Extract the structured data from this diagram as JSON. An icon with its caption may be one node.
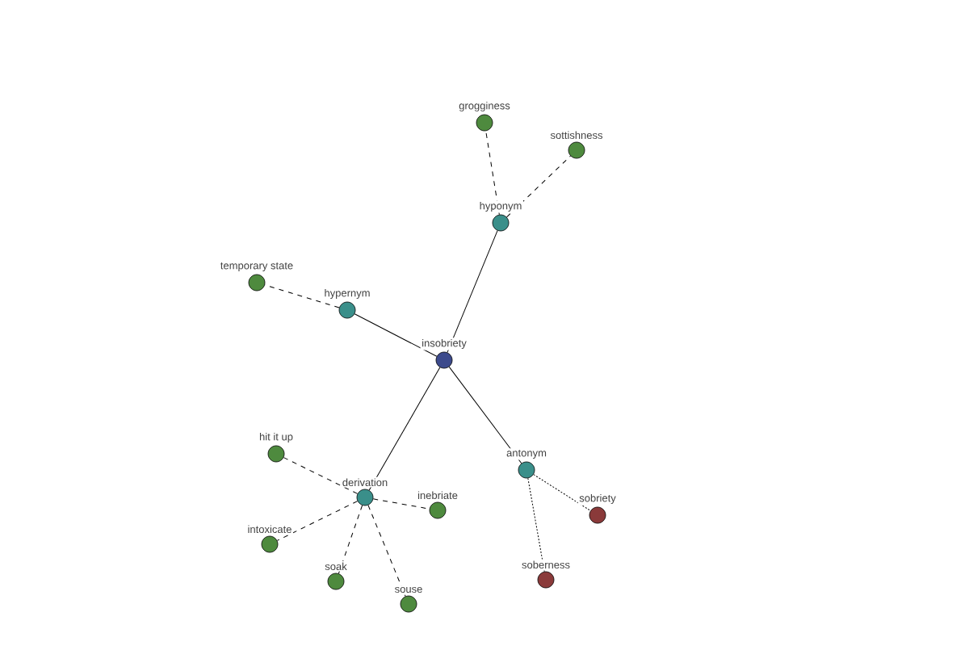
{
  "diagram": {
    "nodes": [
      {
        "text": [
          "insobriety"
        ]
      },
      {
        "text": [
          "hypernym"
        ]
      },
      {
        "text": [
          "temporary state"
        ]
      },
      {
        "text": [
          "hyponym"
        ]
      },
      {
        "text": [
          "grogginess"
        ]
      },
      {
        "text": [
          "sottishness"
        ]
      },
      {
        "text": [
          "derivation"
        ]
      },
      {
        "text": [
          "hit it up"
        ]
      },
      {
        "text": [
          "intoxicate"
        ]
      },
      {
        "text": [
          "soak"
        ]
      },
      {
        "text": [
          "souse"
        ]
      },
      {
        "text": [
          "inebriate"
        ]
      },
      {
        "text": [
          "antonym"
        ]
      },
      {
        "text": [
          "sobriety"
        ]
      },
      {
        "text": [
          "soberness"
        ]
      }
    ],
    "edges": [
      {
        "from": 0,
        "to": 1,
        "arrow": "none"
      },
      {
        "from": 1,
        "to": 2,
        "arrow": "none",
        "style": "dashed"
      },
      {
        "from": 0,
        "to": 3,
        "arrow": "none"
      },
      {
        "from": 3,
        "to": 4,
        "arrow": "none",
        "style": "dashed"
      },
      {
        "from": 3,
        "to": 5,
        "arrow": "none",
        "style": "dashed"
      },
      {
        "from": 0,
        "to": 6,
        "arrow": "none"
      },
      {
        "from": 6,
        "to": 7,
        "arrow": "none",
        "style": "dashed"
      },
      {
        "from": 6,
        "to": 8,
        "arrow": "none",
        "style": "dashed"
      },
      {
        "from": 6,
        "to": 9,
        "arrow": "none",
        "style": "dashed"
      },
      {
        "from": 6,
        "to": 10,
        "arrow": "none",
        "style": "dashed"
      },
      {
        "from": 6,
        "to": 11,
        "arrow": "none",
        "style": "dashed"
      },
      {
        "from": 0,
        "to": 12,
        "arrow": "none"
      },
      {
        "from": 12,
        "to": 13,
        "arrow": "none",
        "style": "dashed"
      },
      {
        "from": 12,
        "to": 14,
        "arrow": "none",
        "style": "dashed"
      }
    ]
  }
}
